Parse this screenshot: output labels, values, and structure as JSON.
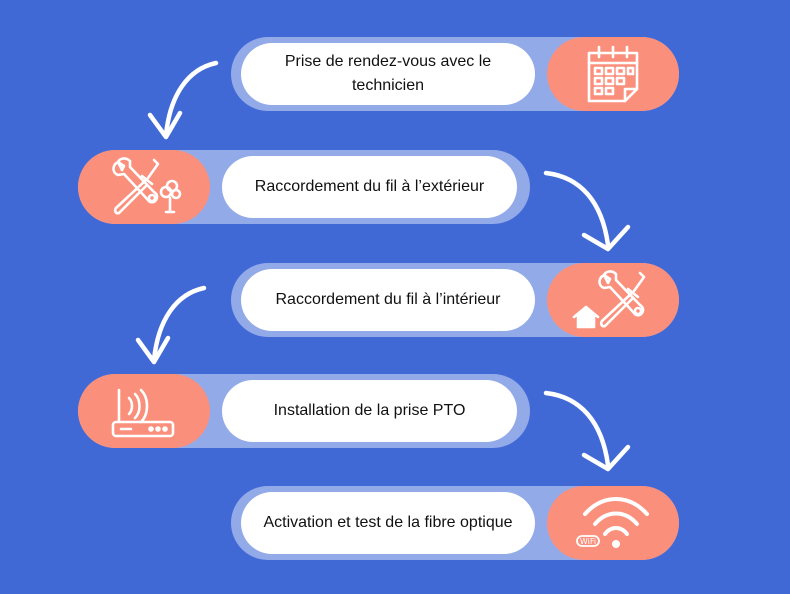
{
  "colors": {
    "background": "#4169d6",
    "band": "#93aae9",
    "pill": "#ffffff",
    "icon_box": "#fa8f7c",
    "text": "#111111",
    "arrow": "#ffffff"
  },
  "steps": [
    {
      "label": "Prise de rendez-vous avec le technicien",
      "icon": "calendar-icon"
    },
    {
      "label": "Raccordement du fil à l’extérieur",
      "icon": "tools-tree-icon"
    },
    {
      "label": "Raccordement du fil à l’intérieur",
      "icon": "tools-house-icon"
    },
    {
      "label": "Installation de la prise PTO",
      "icon": "router-icon"
    },
    {
      "label": "Activation et test de la fibre optique",
      "icon": "wifi-icon",
      "icon_text": "WiFi"
    }
  ]
}
